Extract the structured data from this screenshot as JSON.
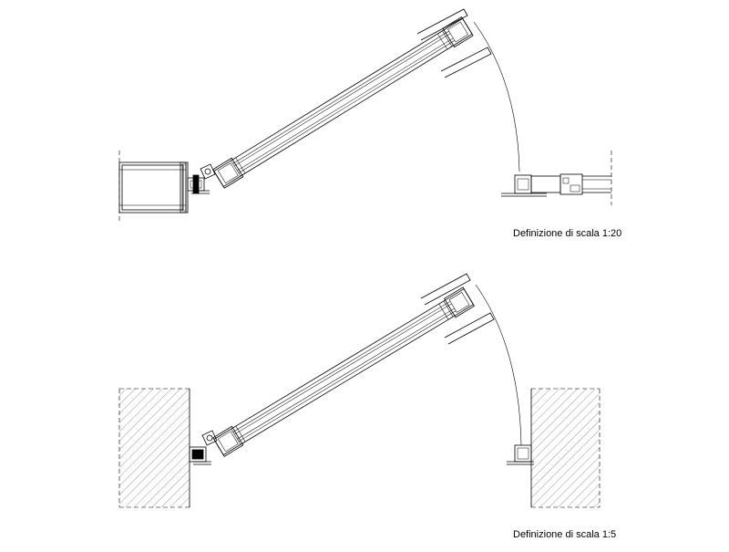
{
  "drawings": [
    {
      "id": "door-plan-wall-frame",
      "caption": "Definizione di scala 1:20"
    },
    {
      "id": "door-plan-masonry",
      "caption": "Definizione di scala 1:5"
    }
  ],
  "colors": {
    "line": "#000000",
    "thin_line": "#333333",
    "hatch": "#555555",
    "background": "#ffffff"
  }
}
